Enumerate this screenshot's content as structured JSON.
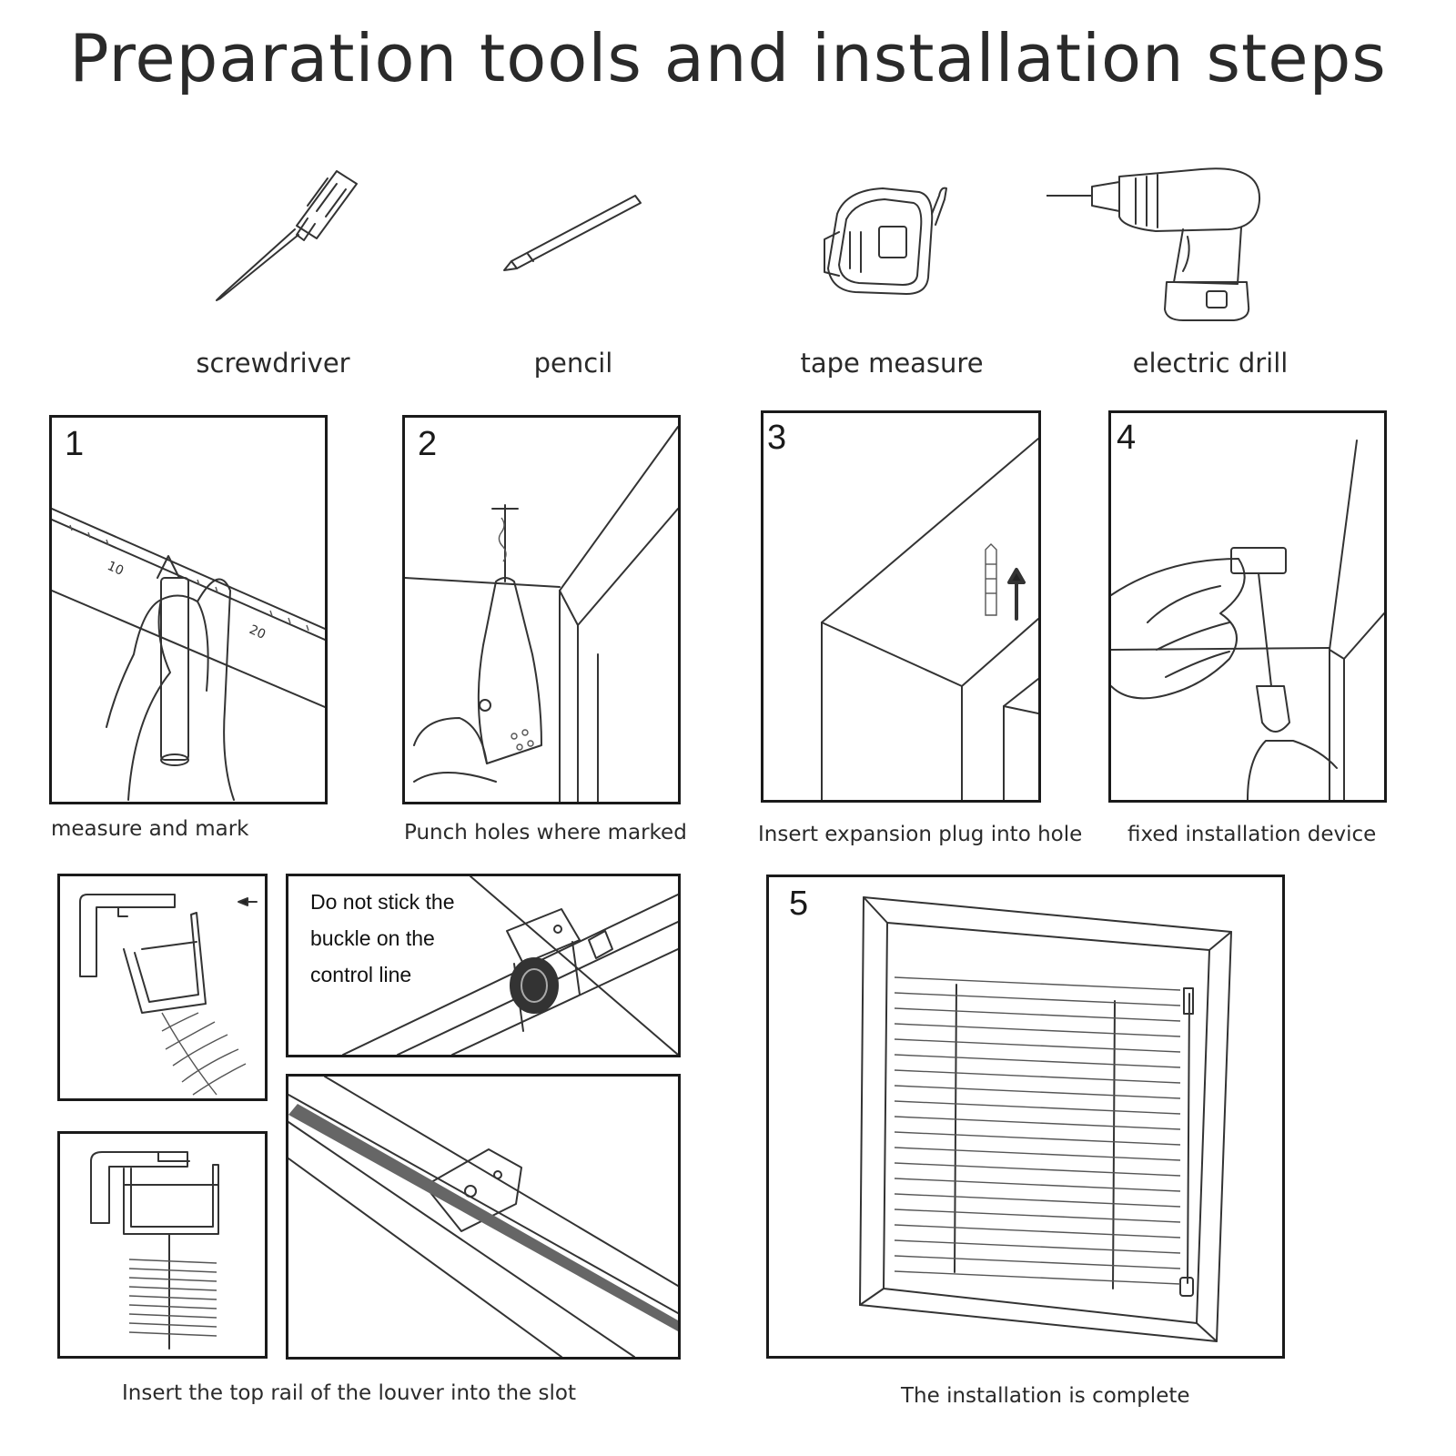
{
  "title": "Preparation tools and installation steps",
  "tools": [
    {
      "label": "screwdriver",
      "icon": "screwdriver-icon"
    },
    {
      "label": "pencil",
      "icon": "pencil-icon"
    },
    {
      "label": "tape measure",
      "icon": "tape-measure-icon"
    },
    {
      "label": "electric drill",
      "icon": "electric-drill-icon"
    }
  ],
  "steps": [
    {
      "number": "1",
      "caption": "measure and mark",
      "ruler_ticks": [
        "10",
        "20"
      ]
    },
    {
      "number": "2",
      "caption": "Punch holes where marked"
    },
    {
      "number": "3",
      "caption": "Insert expansion plug into hole"
    },
    {
      "number": "4",
      "caption": "fixed installation device"
    },
    {
      "number": "5",
      "caption": "The installation is complete"
    }
  ],
  "rail_section": {
    "note_lines": [
      "Do not stick the",
      "buckle on the",
      "control line"
    ],
    "caption": "Insert the top rail of the louver into the slot"
  }
}
